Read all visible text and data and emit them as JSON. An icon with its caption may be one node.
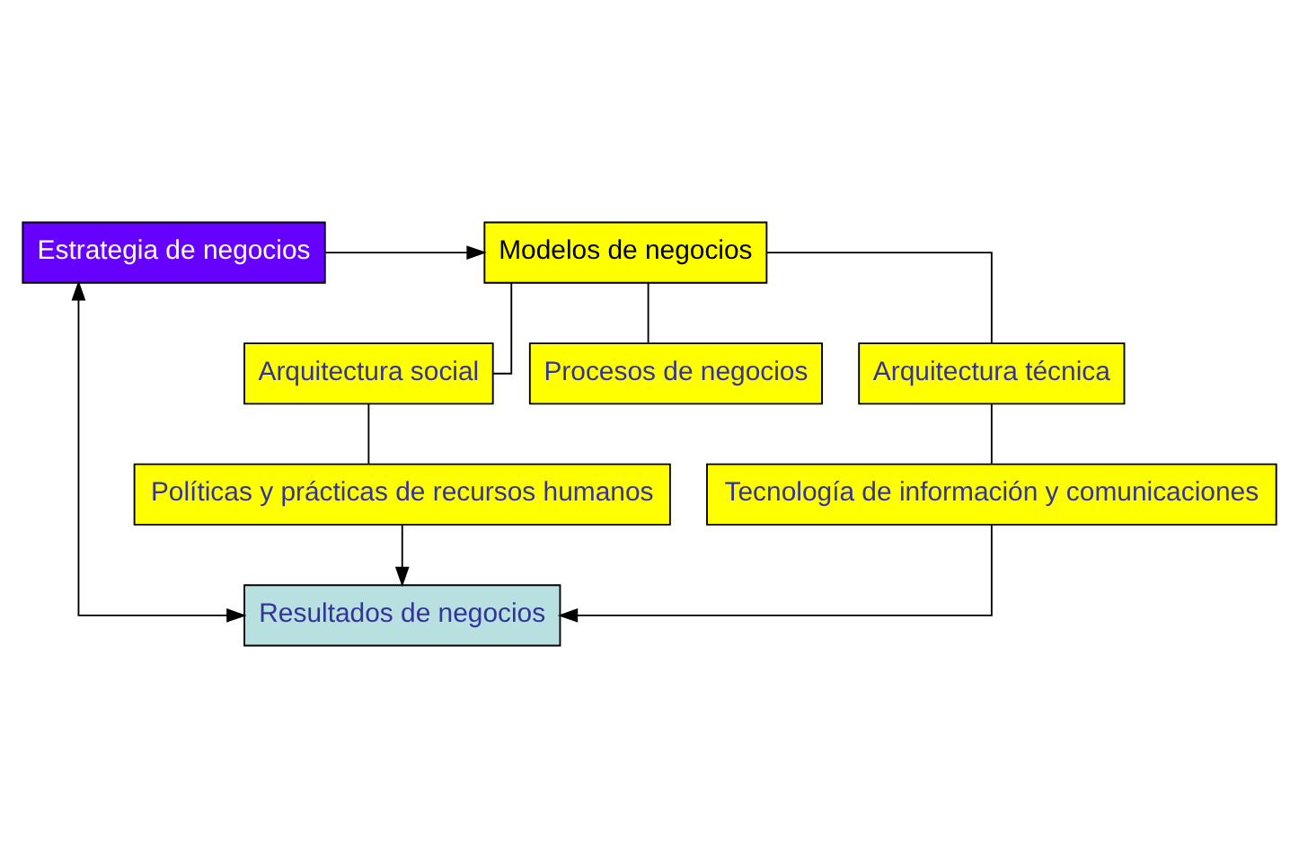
{
  "diagram": {
    "nodes": [
      {
        "text": [
          "Estrategia de negocios"
        ]
      },
      {
        "text": [
          "Modelos de negocios"
        ]
      },
      {
        "text": [
          "Arquitectura social"
        ]
      },
      {
        "text": [
          "Procesos de negocios"
        ]
      },
      {
        "text": [
          "Arquitectura técnica"
        ]
      },
      {
        "text": [
          "Políticas y prácticas de recursos humanos"
        ]
      },
      {
        "text": [
          "Tecnología de información y comunicaciones"
        ]
      },
      {
        "text": [
          "Resultados de negocios"
        ]
      }
    ],
    "edges": [
      {
        "from": 0,
        "to": 1,
        "arrow": "to"
      },
      {
        "from": 0,
        "to": 7,
        "arrow": "both"
      },
      {
        "from": 1,
        "to": 2,
        "arrow": "none"
      },
      {
        "from": 1,
        "to": 3,
        "arrow": "none"
      },
      {
        "from": 1,
        "to": 4,
        "arrow": "none"
      },
      {
        "from": 2,
        "to": 5,
        "arrow": "none"
      },
      {
        "from": 4,
        "to": 6,
        "arrow": "none"
      },
      {
        "from": 5,
        "to": 7,
        "arrow": "to"
      },
      {
        "from": 6,
        "to": 7,
        "arrow": "to"
      }
    ]
  }
}
